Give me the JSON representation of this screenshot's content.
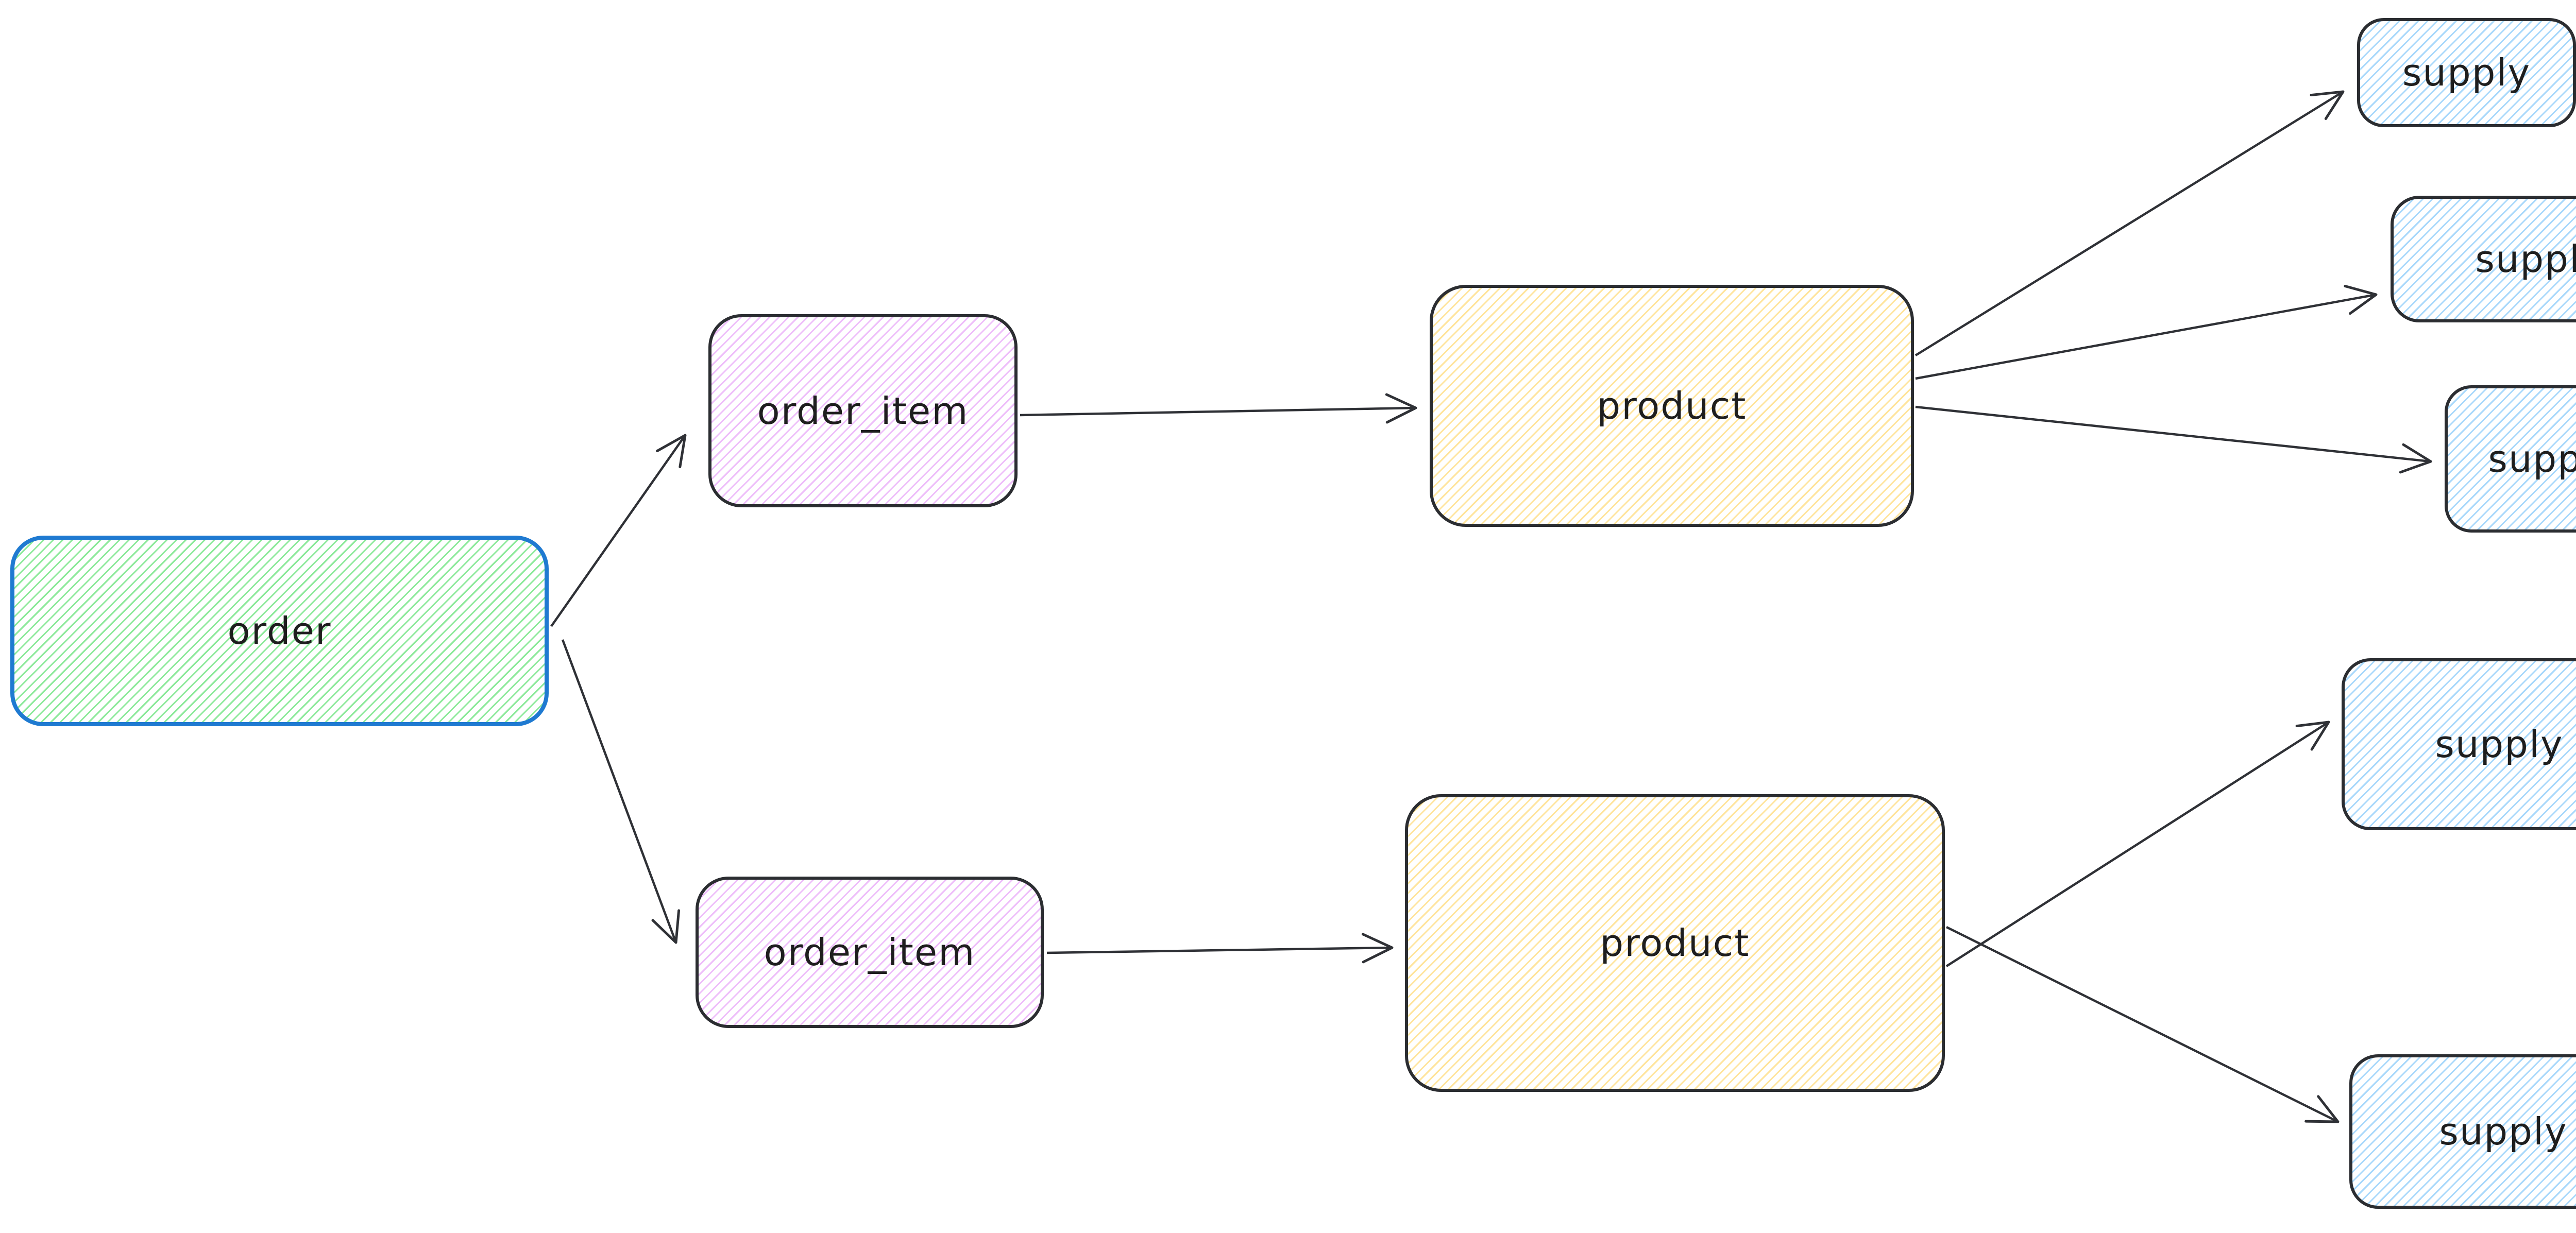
{
  "canvas": {
    "background": "#ffffff"
  },
  "palette": {
    "order_hatch": "#8ce99a",
    "order_border": "#1f7ad1",
    "order_item_hatch": "#eebefa",
    "product_hatch": "#ffe49c",
    "supply_hatch": "#a8d8fb",
    "node_border": "#2b2d31",
    "arrow_color": "#2f3136",
    "text_color": "#1e1e1e"
  },
  "nodes": [
    {
      "id": "order",
      "label": "order",
      "fill": "#8ce99a",
      "border": "#1f7ad1"
    },
    {
      "id": "order_item_top",
      "label": "order_item",
      "fill": "#eebefa",
      "border": "#2b2d31"
    },
    {
      "id": "product_top",
      "label": "product",
      "fill": "#ffe49c",
      "border": "#2b2d31"
    },
    {
      "id": "supply_top_1",
      "label": "supply",
      "fill": "#a8d8fb",
      "border": "#2b2d31"
    },
    {
      "id": "supply_top_2",
      "label": "supply",
      "fill": "#a8d8fb",
      "border": "#2b2d31"
    },
    {
      "id": "supply_top_3",
      "label": "supply",
      "fill": "#a8d8fb",
      "border": "#2b2d31"
    },
    {
      "id": "order_item_bottom",
      "label": "order_item",
      "fill": "#eebefa",
      "border": "#2b2d31"
    },
    {
      "id": "product_bottom",
      "label": "product",
      "fill": "#ffe49c",
      "border": "#2b2d31"
    },
    {
      "id": "supply_bottom_1",
      "label": "supply",
      "fill": "#a8d8fb",
      "border": "#2b2d31"
    },
    {
      "id": "supply_bottom_2",
      "label": "supply",
      "fill": "#a8d8fb",
      "border": "#2b2d31"
    }
  ],
  "edges": [
    {
      "from": "order",
      "to": "order_item_top"
    },
    {
      "from": "order",
      "to": "order_item_bottom"
    },
    {
      "from": "order_item_top",
      "to": "product_top"
    },
    {
      "from": "product_top",
      "to": "supply_top_1"
    },
    {
      "from": "product_top",
      "to": "supply_top_2"
    },
    {
      "from": "product_top",
      "to": "supply_top_3"
    },
    {
      "from": "order_item_bottom",
      "to": "product_bottom"
    },
    {
      "from": "product_bottom",
      "to": "supply_bottom_1"
    },
    {
      "from": "product_bottom",
      "to": "supply_bottom_2"
    }
  ]
}
